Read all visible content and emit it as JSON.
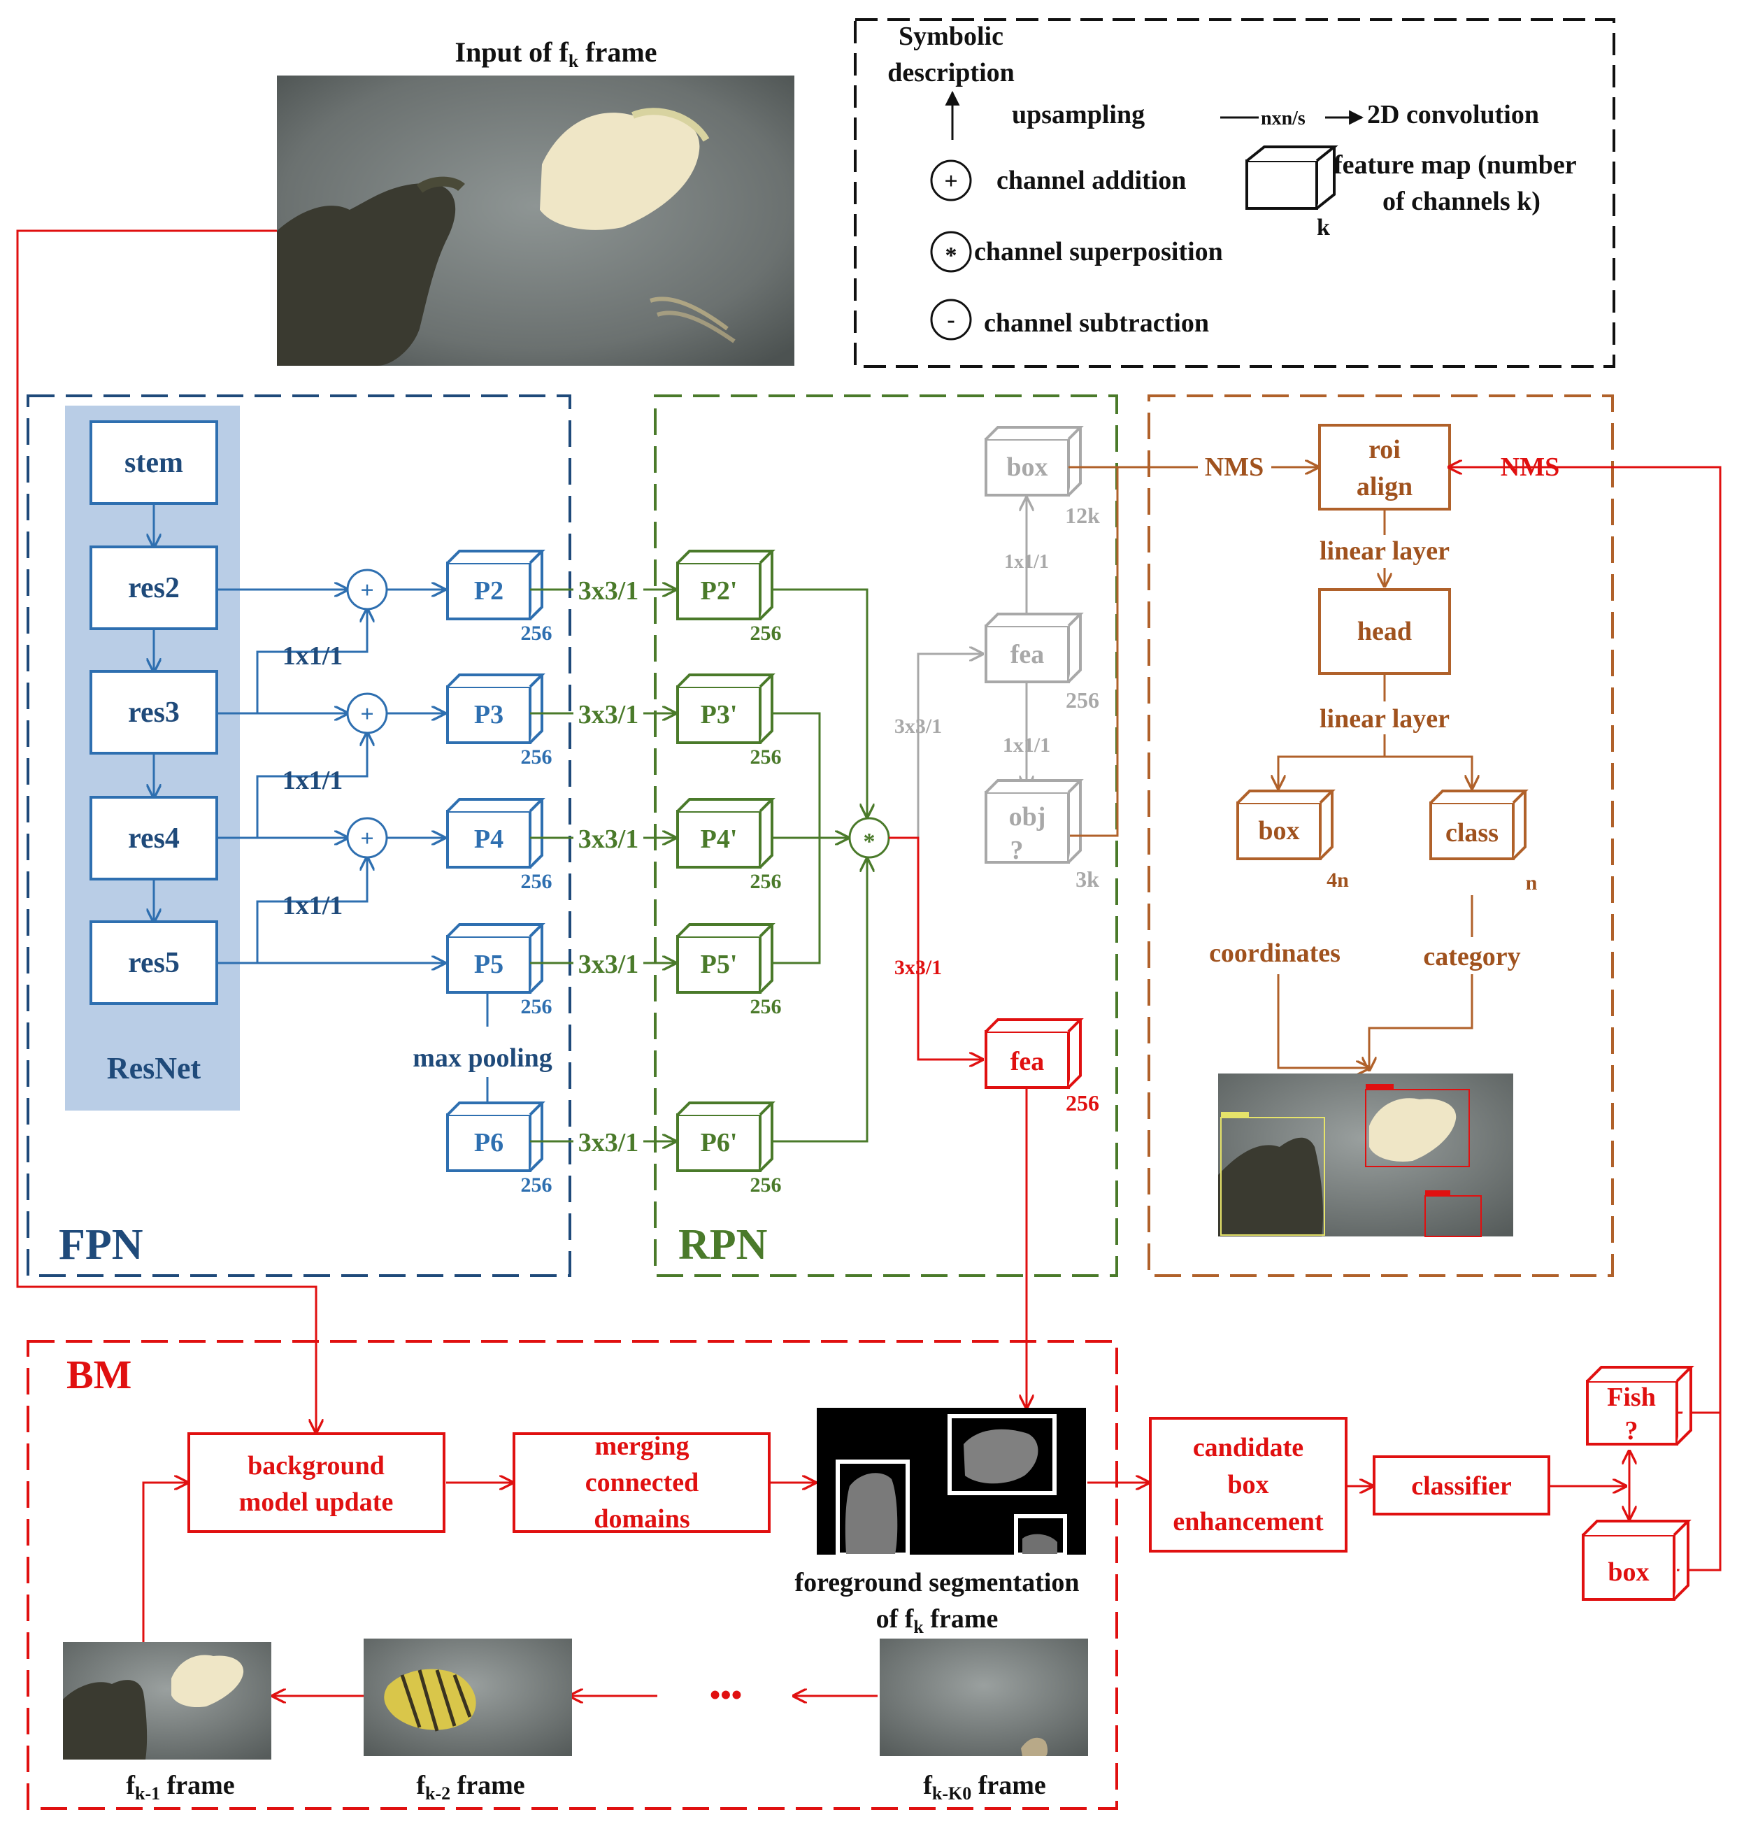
{
  "colors": {
    "fpn": "#2e6fb0",
    "fpn_dark": "#1f4a7a",
    "rpn": "#4a7a2a",
    "rpn_gray": "#a8a8a8",
    "head": "#b0612a",
    "bm": "#e01010",
    "resnet_bg": "#b9cde6"
  },
  "input": {
    "label_pre": "Input of ",
    "label_f": "f",
    "label_sub": "k",
    "label_post": " frame"
  },
  "legend": {
    "title_line1": "Symbolic",
    "title_line2": "description",
    "upsampling": "upsampling",
    "conv_arrow": "nxn/s",
    "conv": "2D convolution",
    "channel_addition": "channel addition",
    "feature_map_line1": "feature map (number",
    "feature_map_line2": "of channels k)",
    "feature_map_k": "k",
    "channel_superposition": "channel superposition",
    "channel_subtraction": "channel subtraction",
    "plus_symbol": "+",
    "star_symbol": "*",
    "minus_symbol": "-"
  },
  "fpn": {
    "title": "FPN",
    "resnet_label": "ResNet",
    "backbone": [
      "stem",
      "res2",
      "res3",
      "res4",
      "res5"
    ],
    "lateral_conv": "1x1/1",
    "pyramid": [
      "P2",
      "P3",
      "P4",
      "P5",
      "P6"
    ],
    "channels": "256",
    "max_pooling": "max pooling"
  },
  "rpn": {
    "title": "RPN",
    "conv": "3x3/1",
    "pyramid": [
      "P2'",
      "P3'",
      "P4'",
      "P5'",
      "P6'"
    ],
    "channels": "256",
    "box": "box",
    "box_ch": "12k",
    "fea": "fea",
    "fea_ch": "256",
    "obj_line1": "obj",
    "obj_line2": "?",
    "obj_ch": "3k",
    "conv_small": "1x1/1",
    "fea_red": "fea",
    "fea_red_ch": "256"
  },
  "head": {
    "nms_left": "NMS",
    "nms_right": "NMS",
    "roi_line1": "roi",
    "roi_line2": "align",
    "linear_layer": "linear layer",
    "head_label": "head",
    "box": "box",
    "box_ch": "4n",
    "class": "class",
    "class_ch": "n",
    "coordinates": "coordinates",
    "category": "category"
  },
  "bm": {
    "title": "BM",
    "bg_update_line1": "background",
    "bg_update_line2": "model update",
    "merging_line1": "merging",
    "merging_line2": "connected",
    "merging_line3": "domains",
    "fg_line1": "foreground segmentation",
    "fg_line2_pre": "of  ",
    "fg_line2_f": "f",
    "fg_line2_sub": "k",
    "fg_line2_post": " frame",
    "candidate_line1": "candidate",
    "candidate_line2": "box",
    "candidate_line3": "enhancement",
    "classifier": "classifier",
    "fish_line1": "Fish",
    "fish_line2": "?",
    "box": "box",
    "ellipsis": "•••",
    "frames": [
      {
        "f": "f",
        "sub": "k-1",
        "post": " frame"
      },
      {
        "f": "f",
        "sub": "k-2",
        "post": " frame"
      },
      {
        "f": "f",
        "sub": "k-K0",
        "post": " frame"
      }
    ]
  }
}
